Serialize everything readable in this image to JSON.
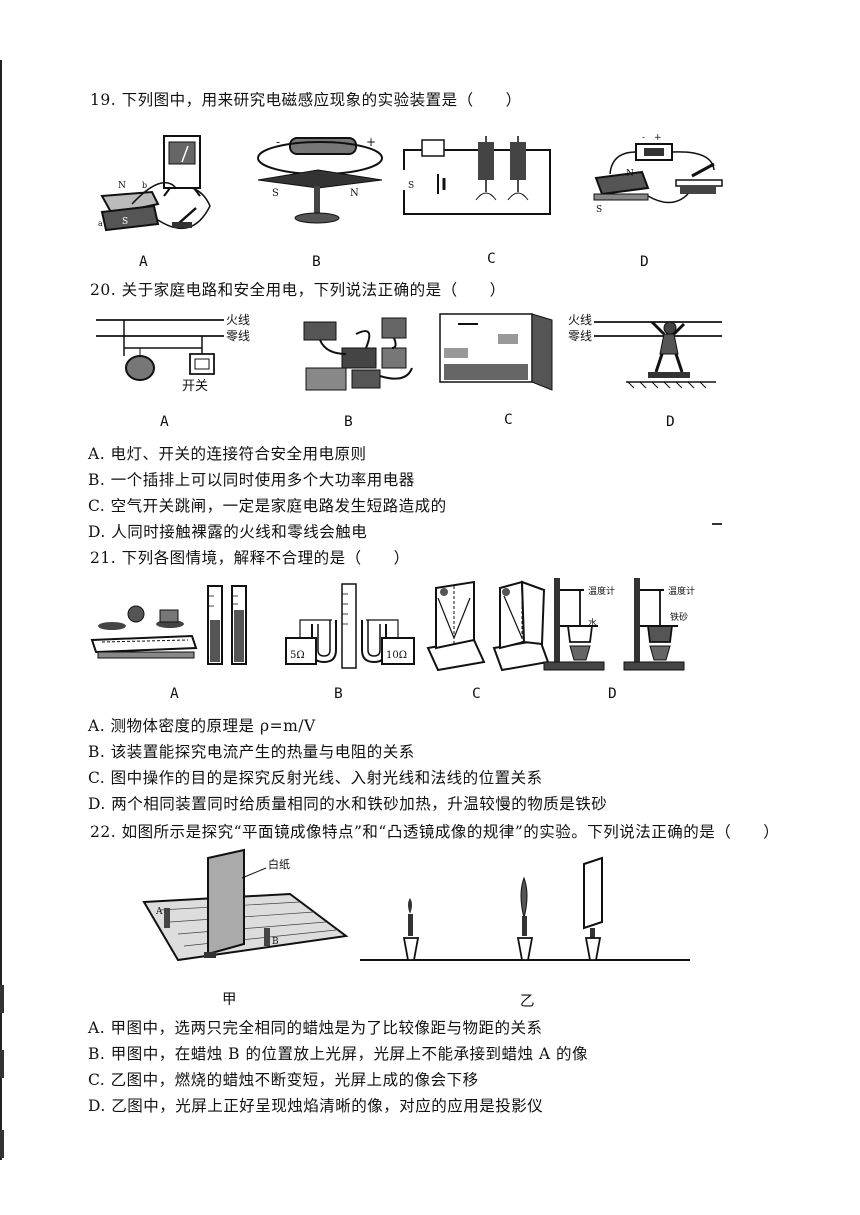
{
  "questions": [
    {
      "stem": "19. 下列图中，用来研究电磁感应现象的实验装置是（　　）",
      "figure_labels": [
        "A",
        "B",
        "C",
        "D"
      ],
      "fig_text": {
        "minus": "-",
        "plus": "+",
        "N": "N",
        "S": "S",
        "a": "a",
        "b": "b"
      }
    },
    {
      "stem": "20. 关于家庭电路和安全用电，下列说法正确的是（　　）",
      "figure_labels": [
        "A",
        "B",
        "C",
        "D"
      ],
      "fig_text": {
        "live": "火线",
        "neutral": "零线",
        "switch": "开关"
      },
      "options": [
        "A. 电灯、开关的连接符合安全用电原则",
        "B. 一个插排上可以同时使用多个大功率用电器",
        "C. 空气开关跳闸，一定是家庭电路发生短路造成的",
        "D. 人同时接触裸露的火线和零线会触电"
      ]
    },
    {
      "stem": "21. 下列各图情境，解释不合理的是（　　）",
      "figure_labels": [
        "A",
        "B",
        "C",
        "D"
      ],
      "fig_text": {
        "r1": "5Ω",
        "r2": "10Ω",
        "thermo1": "温度计",
        "thermo2": "温度计",
        "water": "水",
        "sand": "铁砂"
      },
      "options": [
        "A. 测物体密度的原理是 ρ=m/V",
        "B. 该装置能探究电流产生的热量与电阻的关系",
        "C. 图中操作的目的是探究反射光线、入射光线和法线的位置关系",
        "D. 两个相同装置同时给质量相同的水和铁砂加热，升温较慢的物质是铁砂"
      ]
    },
    {
      "stem": "22. 如图所示是探究“平面镜成像特点”和“凸透镜成像的规律”的实验。下列说法正确的是（　　）",
      "figure_labels": [
        "甲",
        "乙"
      ],
      "fig_text": {
        "paper": "白纸",
        "candle_a": "A",
        "candle_b": "B"
      },
      "options": [
        "A. 甲图中，选两只完全相同的蜡烛是为了比较像距与物距的关系",
        "B. 甲图中，在蜡烛 B 的位置放上光屏，光屏上不能承接到蜡烛 A 的像",
        "C. 乙图中，燃烧的蜡烛不断变短，光屏上成的像会下移",
        "D. 乙图中，光屏上正好呈现烛焰清晰的像，对应的应用是投影仪"
      ]
    }
  ]
}
